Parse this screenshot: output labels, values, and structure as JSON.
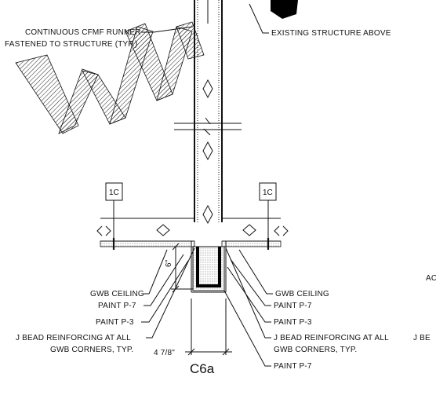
{
  "labels": {
    "continuous_cfmf_runner_1": "CONTINUOUS CFMF RUNNER",
    "continuous_cfmf_runner_2": "FASTENED TO STRUCTURE (TYP.)",
    "existing_structure": "EXISTING STRUCTURE ABOVE",
    "ref_tag_left": "1C",
    "ref_tag_right": "1C",
    "dim_vertical": "6\"",
    "left_gwb_ceiling": "GWB CEILING",
    "left_paint_p7": "PAINT P-7",
    "left_paint_p3": "PAINT P-3",
    "left_jbead_1": "J BEAD REINFORCING AT ALL",
    "left_jbead_2": "GWB CORNERS, TYP.",
    "dim_width": "4 7/8\"",
    "detail_id": "C6a",
    "right_gwb_ceiling": "GWB CEILING",
    "right_paint_p7": "PAINT P-7",
    "right_paint_p3": "PAINT P-3",
    "right_jbead_1": "J BEAD REINFORCING AT ALL",
    "right_jbead_2": "GWB CORNERS, TYP.",
    "bottom_paint_p7": "PAINT P-7",
    "edge_fragment_ac": "AC",
    "edge_fragment_jb": "J BE"
  }
}
